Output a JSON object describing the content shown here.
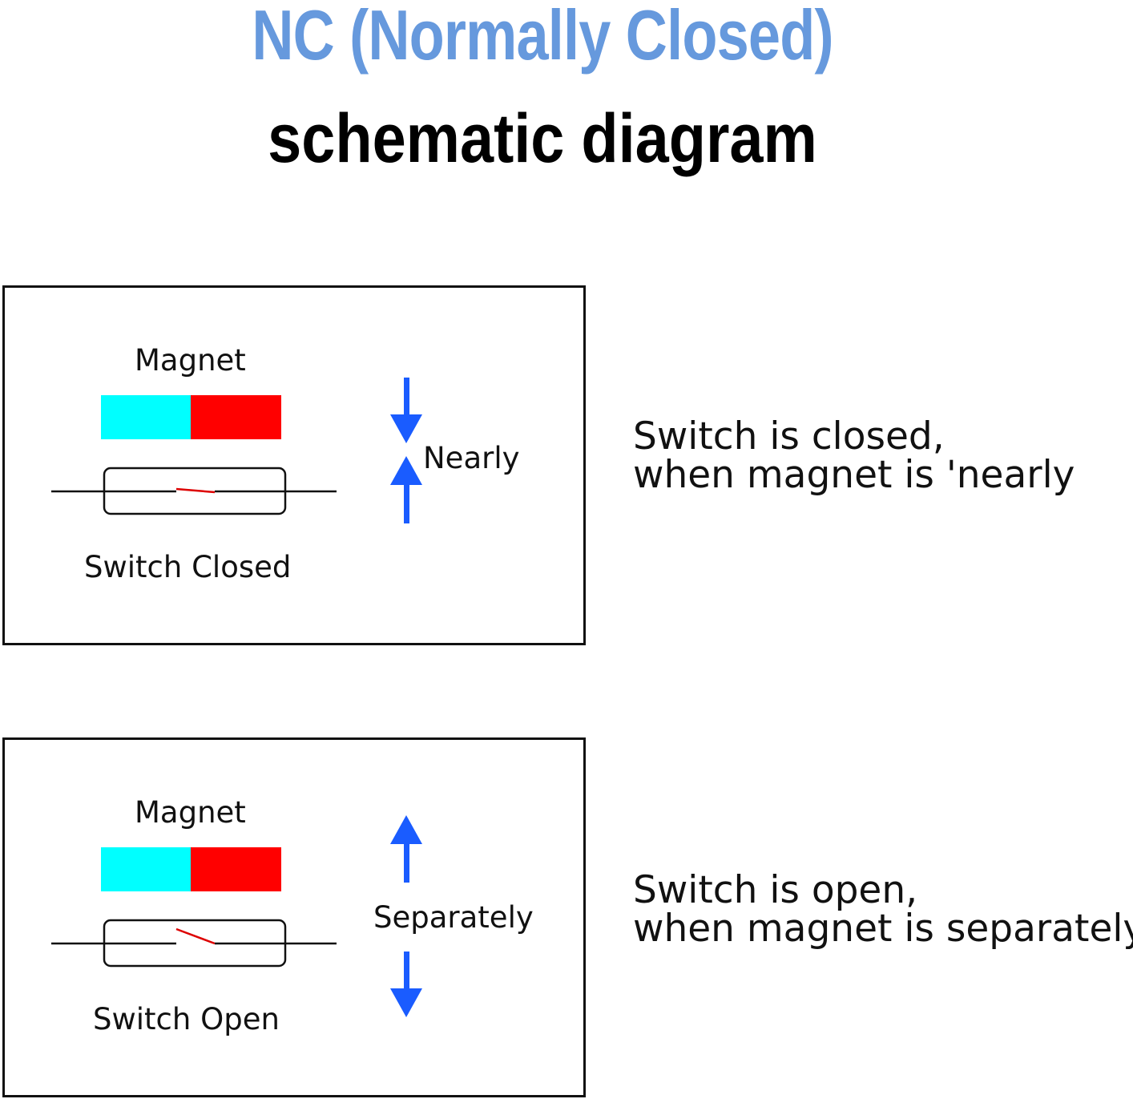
{
  "header": {
    "title": "NC (Normally Closed)",
    "subtitle": "schematic diagram",
    "title_color": "#6699DD",
    "subtitle_color": "#000000"
  },
  "colors": {
    "magnet_pole_a": "#00FFFF",
    "magnet_pole_b": "#FF0000",
    "arrow": "#1A5CFF",
    "contact": "#DD0000",
    "outline": "#111111"
  },
  "panels": [
    {
      "magnet_label": "Magnet",
      "state_label": "Switch Closed",
      "direction_label": "Nearly",
      "contact_state": "closed",
      "arrows": "toward"
    },
    {
      "magnet_label": "Magnet",
      "state_label": "Switch Open",
      "direction_label": "Separately",
      "contact_state": "open",
      "arrows": "away"
    }
  ],
  "descriptions": [
    {
      "line1": "Switch is closed,",
      "line2": "when magnet is 'nearly"
    },
    {
      "line1": "Switch is open,",
      "line2": "when magnet is separately"
    }
  ]
}
